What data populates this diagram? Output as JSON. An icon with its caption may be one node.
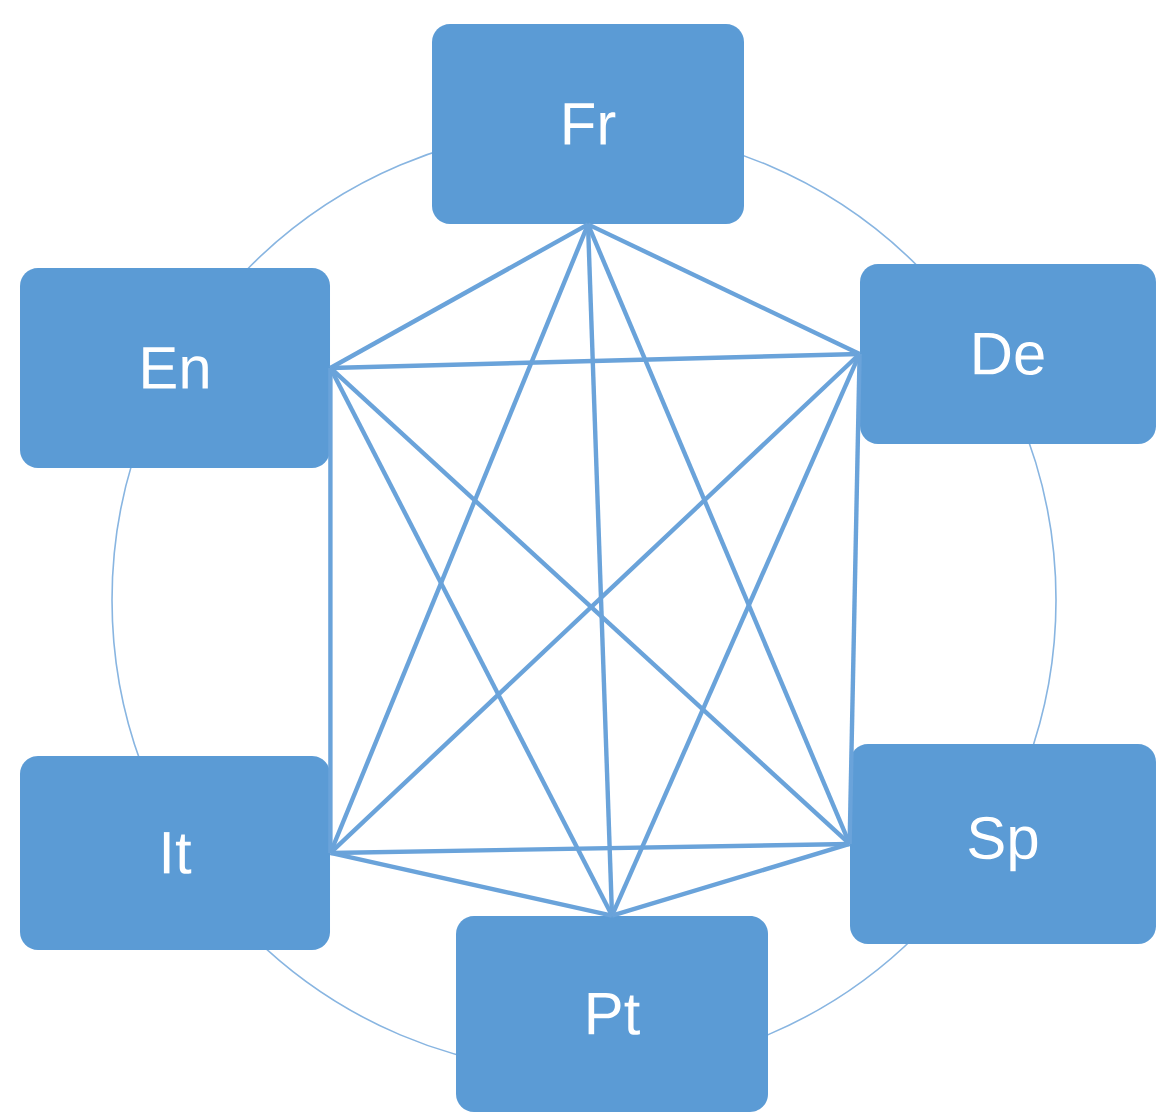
{
  "diagram": {
    "nodes": [
      {
        "text": [
          "Fr"
        ]
      },
      {
        "text": [
          "En"
        ]
      },
      {
        "text": [
          "De"
        ]
      },
      {
        "text": [
          "It"
        ]
      },
      {
        "text": [
          "Sp"
        ]
      },
      {
        "text": [
          "Pt"
        ]
      }
    ],
    "edges": [
      {
        "from": 0,
        "to": 1,
        "arrow": "none"
      },
      {
        "from": 0,
        "to": 2,
        "arrow": "none"
      },
      {
        "from": 0,
        "to": 3,
        "arrow": "none"
      },
      {
        "from": 0,
        "to": 4,
        "arrow": "none"
      },
      {
        "from": 0,
        "to": 5,
        "arrow": "none"
      },
      {
        "from": 1,
        "to": 2,
        "arrow": "none"
      },
      {
        "from": 1,
        "to": 3,
        "arrow": "none"
      },
      {
        "from": 1,
        "to": 4,
        "arrow": "none"
      },
      {
        "from": 1,
        "to": 5,
        "arrow": "none"
      },
      {
        "from": 2,
        "to": 3,
        "arrow": "none"
      },
      {
        "from": 2,
        "to": 4,
        "arrow": "none"
      },
      {
        "from": 2,
        "to": 5,
        "arrow": "none"
      },
      {
        "from": 3,
        "to": 4,
        "arrow": "none"
      },
      {
        "from": 3,
        "to": 5,
        "arrow": "none"
      },
      {
        "from": 4,
        "to": 5,
        "arrow": "none"
      }
    ]
  }
}
